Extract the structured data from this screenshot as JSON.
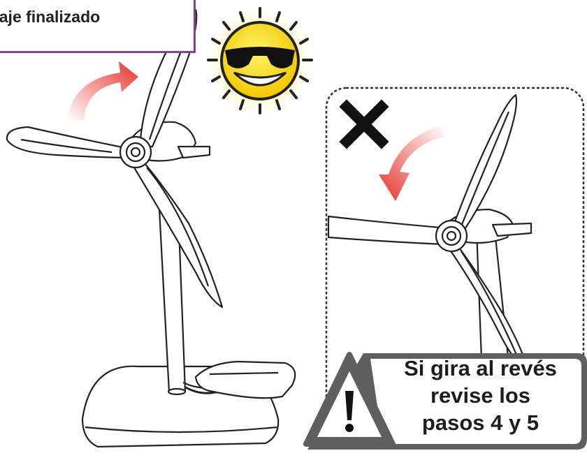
{
  "title_label": "ontaje finalizado",
  "warning": {
    "line1": "Si gira al revés",
    "line2": "revise los",
    "line3": "pasos 4 y 5"
  },
  "colors": {
    "title_border": "#8a3f8f",
    "arrow_red": "#e5322b",
    "sun_yellow": "#f8e51c",
    "warning_gray": "#5f5f5f"
  },
  "icons": [
    "sun-sunglasses-icon",
    "rotation-arrow-icon",
    "wrong-x-icon",
    "warning-triangle-icon"
  ]
}
